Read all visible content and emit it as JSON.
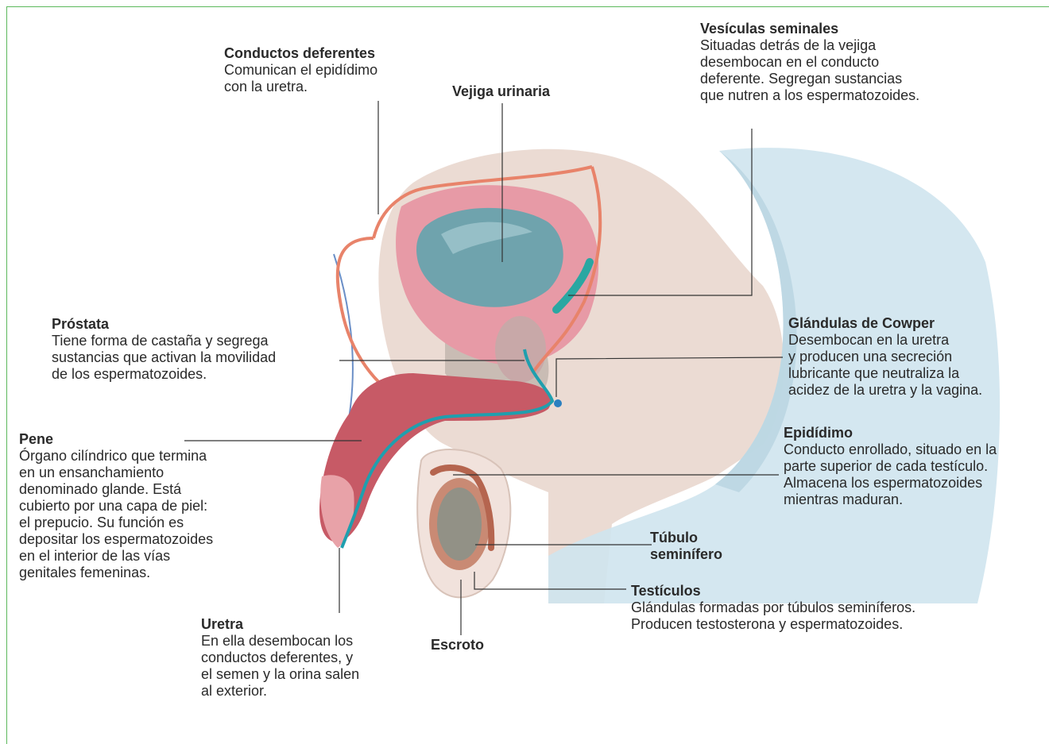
{
  "labels": {
    "conductos_deferentes": {
      "title": "Conductos deferentes",
      "desc": [
        "Comunican el epidídimo",
        "con la uretra."
      ]
    },
    "vejiga": {
      "title": "Vejiga urinaria"
    },
    "vesiculas": {
      "title": "Vesículas seminales",
      "desc": [
        "Situadas detrás de la vejiga",
        "desembocan en el conducto",
        "deferente. Segregan sustancias",
        "que nutren a los espermatozoides."
      ]
    },
    "prostata": {
      "title": "Próstata",
      "desc": [
        "Tiene forma de castaña y segrega",
        "sustancias que activan la movilidad",
        "de los espermatozoides."
      ]
    },
    "cowper": {
      "title": "Glándulas de Cowper",
      "desc": [
        "Desembocan en la uretra",
        "y producen una secreción",
        "lubricante que neutraliza la",
        "acidez de la uretra y la vagina."
      ]
    },
    "pene": {
      "title": "Pene",
      "desc": [
        "Órgano cilíndrico que termina",
        "en un ensanchamiento",
        "denominado glande. Está",
        "cubierto por una capa de piel:",
        "el prepucio. Su función es",
        "depositar los espermatozoides",
        "en el interior de las vías",
        "genitales femeninas."
      ]
    },
    "epididimo": {
      "title": "Epidídimo",
      "desc": [
        "Conducto enrollado, situado en la",
        "parte superior de cada testículo.",
        "Almacena los espermatozoides",
        "mientras maduran."
      ]
    },
    "tubulo": {
      "title": [
        "Túbulo",
        "seminífero"
      ]
    },
    "testiculos": {
      "title": "Testículos",
      "desc": [
        "Glándulas formadas por túbulos seminíferos.",
        "Producen testosterona y espermatozoides."
      ]
    },
    "uretra": {
      "title": "Uretra",
      "desc": [
        "En ella desembocan los",
        "conductos deferentes, y",
        "el semen y la orina salen",
        "al exterior."
      ]
    },
    "escroto": {
      "title": "Escroto"
    }
  },
  "colors": {
    "frame": "#5cb85c",
    "skin": "#e8d5cb",
    "tissue_pink": "#e79aa6",
    "bladder": "#6fa3ad",
    "duct_orange": "#e8836a",
    "urethra_teal": "#1f9fae",
    "leg_blue": "#cfe4ee",
    "pubic_bone": "#c9bcb4",
    "penis": "#c75a66",
    "testis": "#c98a74"
  }
}
